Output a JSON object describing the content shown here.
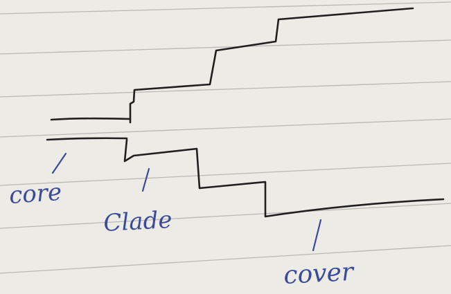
{
  "diagram": {
    "labels": {
      "core": "core",
      "clade": "Clade",
      "cover": "cover"
    }
  },
  "colors": {
    "paper": "#ecebe6",
    "ruled_line": "#8f8f8f",
    "stroke_black": "#1f1f1f",
    "ink_blue": "#3b4a9a"
  }
}
